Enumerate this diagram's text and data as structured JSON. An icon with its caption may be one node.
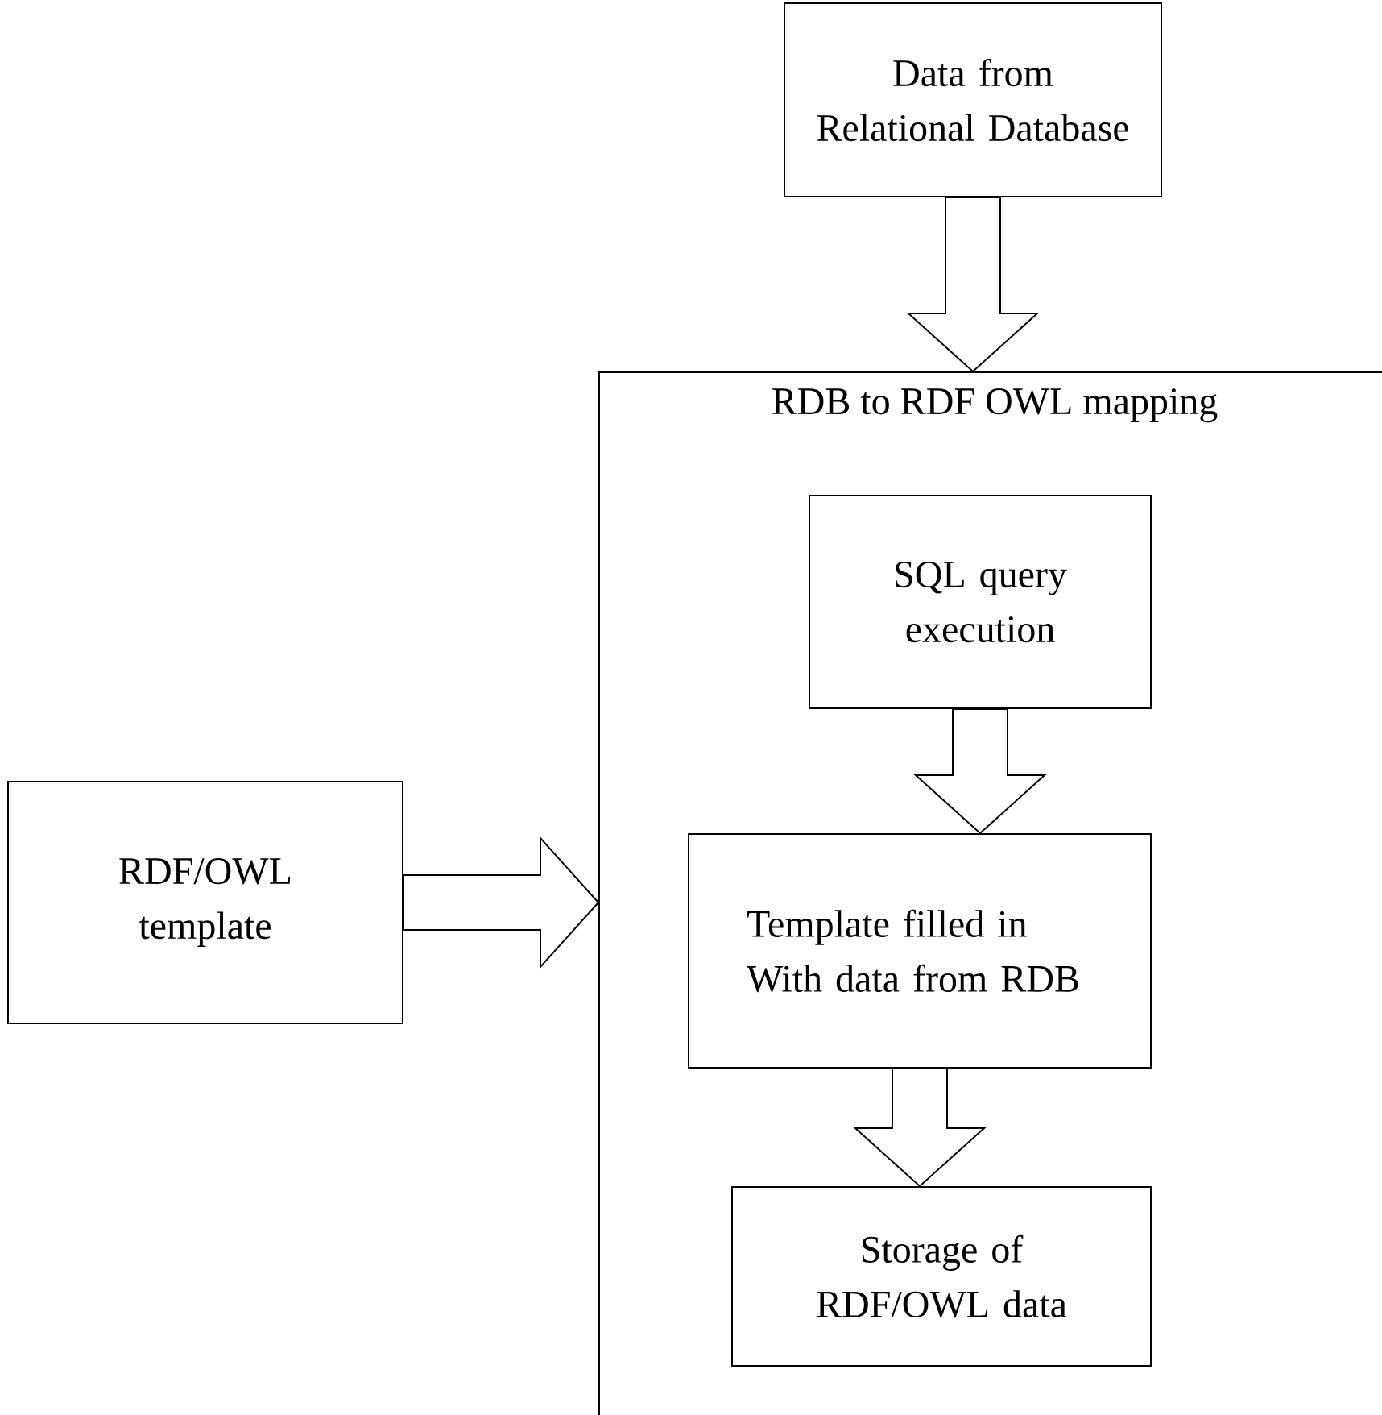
{
  "diagram": {
    "nodes": [
      {
        "text": [
          "Data from Relational Database"
        ]
      },
      {
        "text": [
          "RDB to RDF OWL mapping"
        ]
      },
      {
        "text": [
          "SQL query execution"
        ],
        "in": 1
      },
      {
        "text": [
          "Template filled in With data from RDB"
        ],
        "in": 1
      },
      {
        "text": [
          "Storage of RDF/OWL data"
        ],
        "in": 1
      },
      {
        "text": [
          "RDF/OWL template"
        ]
      }
    ],
    "edges": [
      {
        "from": 0,
        "to": 1,
        "arrow": "to"
      },
      {
        "from": 5,
        "to": 1,
        "arrow": "to"
      },
      {
        "from": 2,
        "to": 3,
        "arrow": "to"
      },
      {
        "from": 3,
        "to": 4,
        "arrow": "to"
      }
    ]
  }
}
